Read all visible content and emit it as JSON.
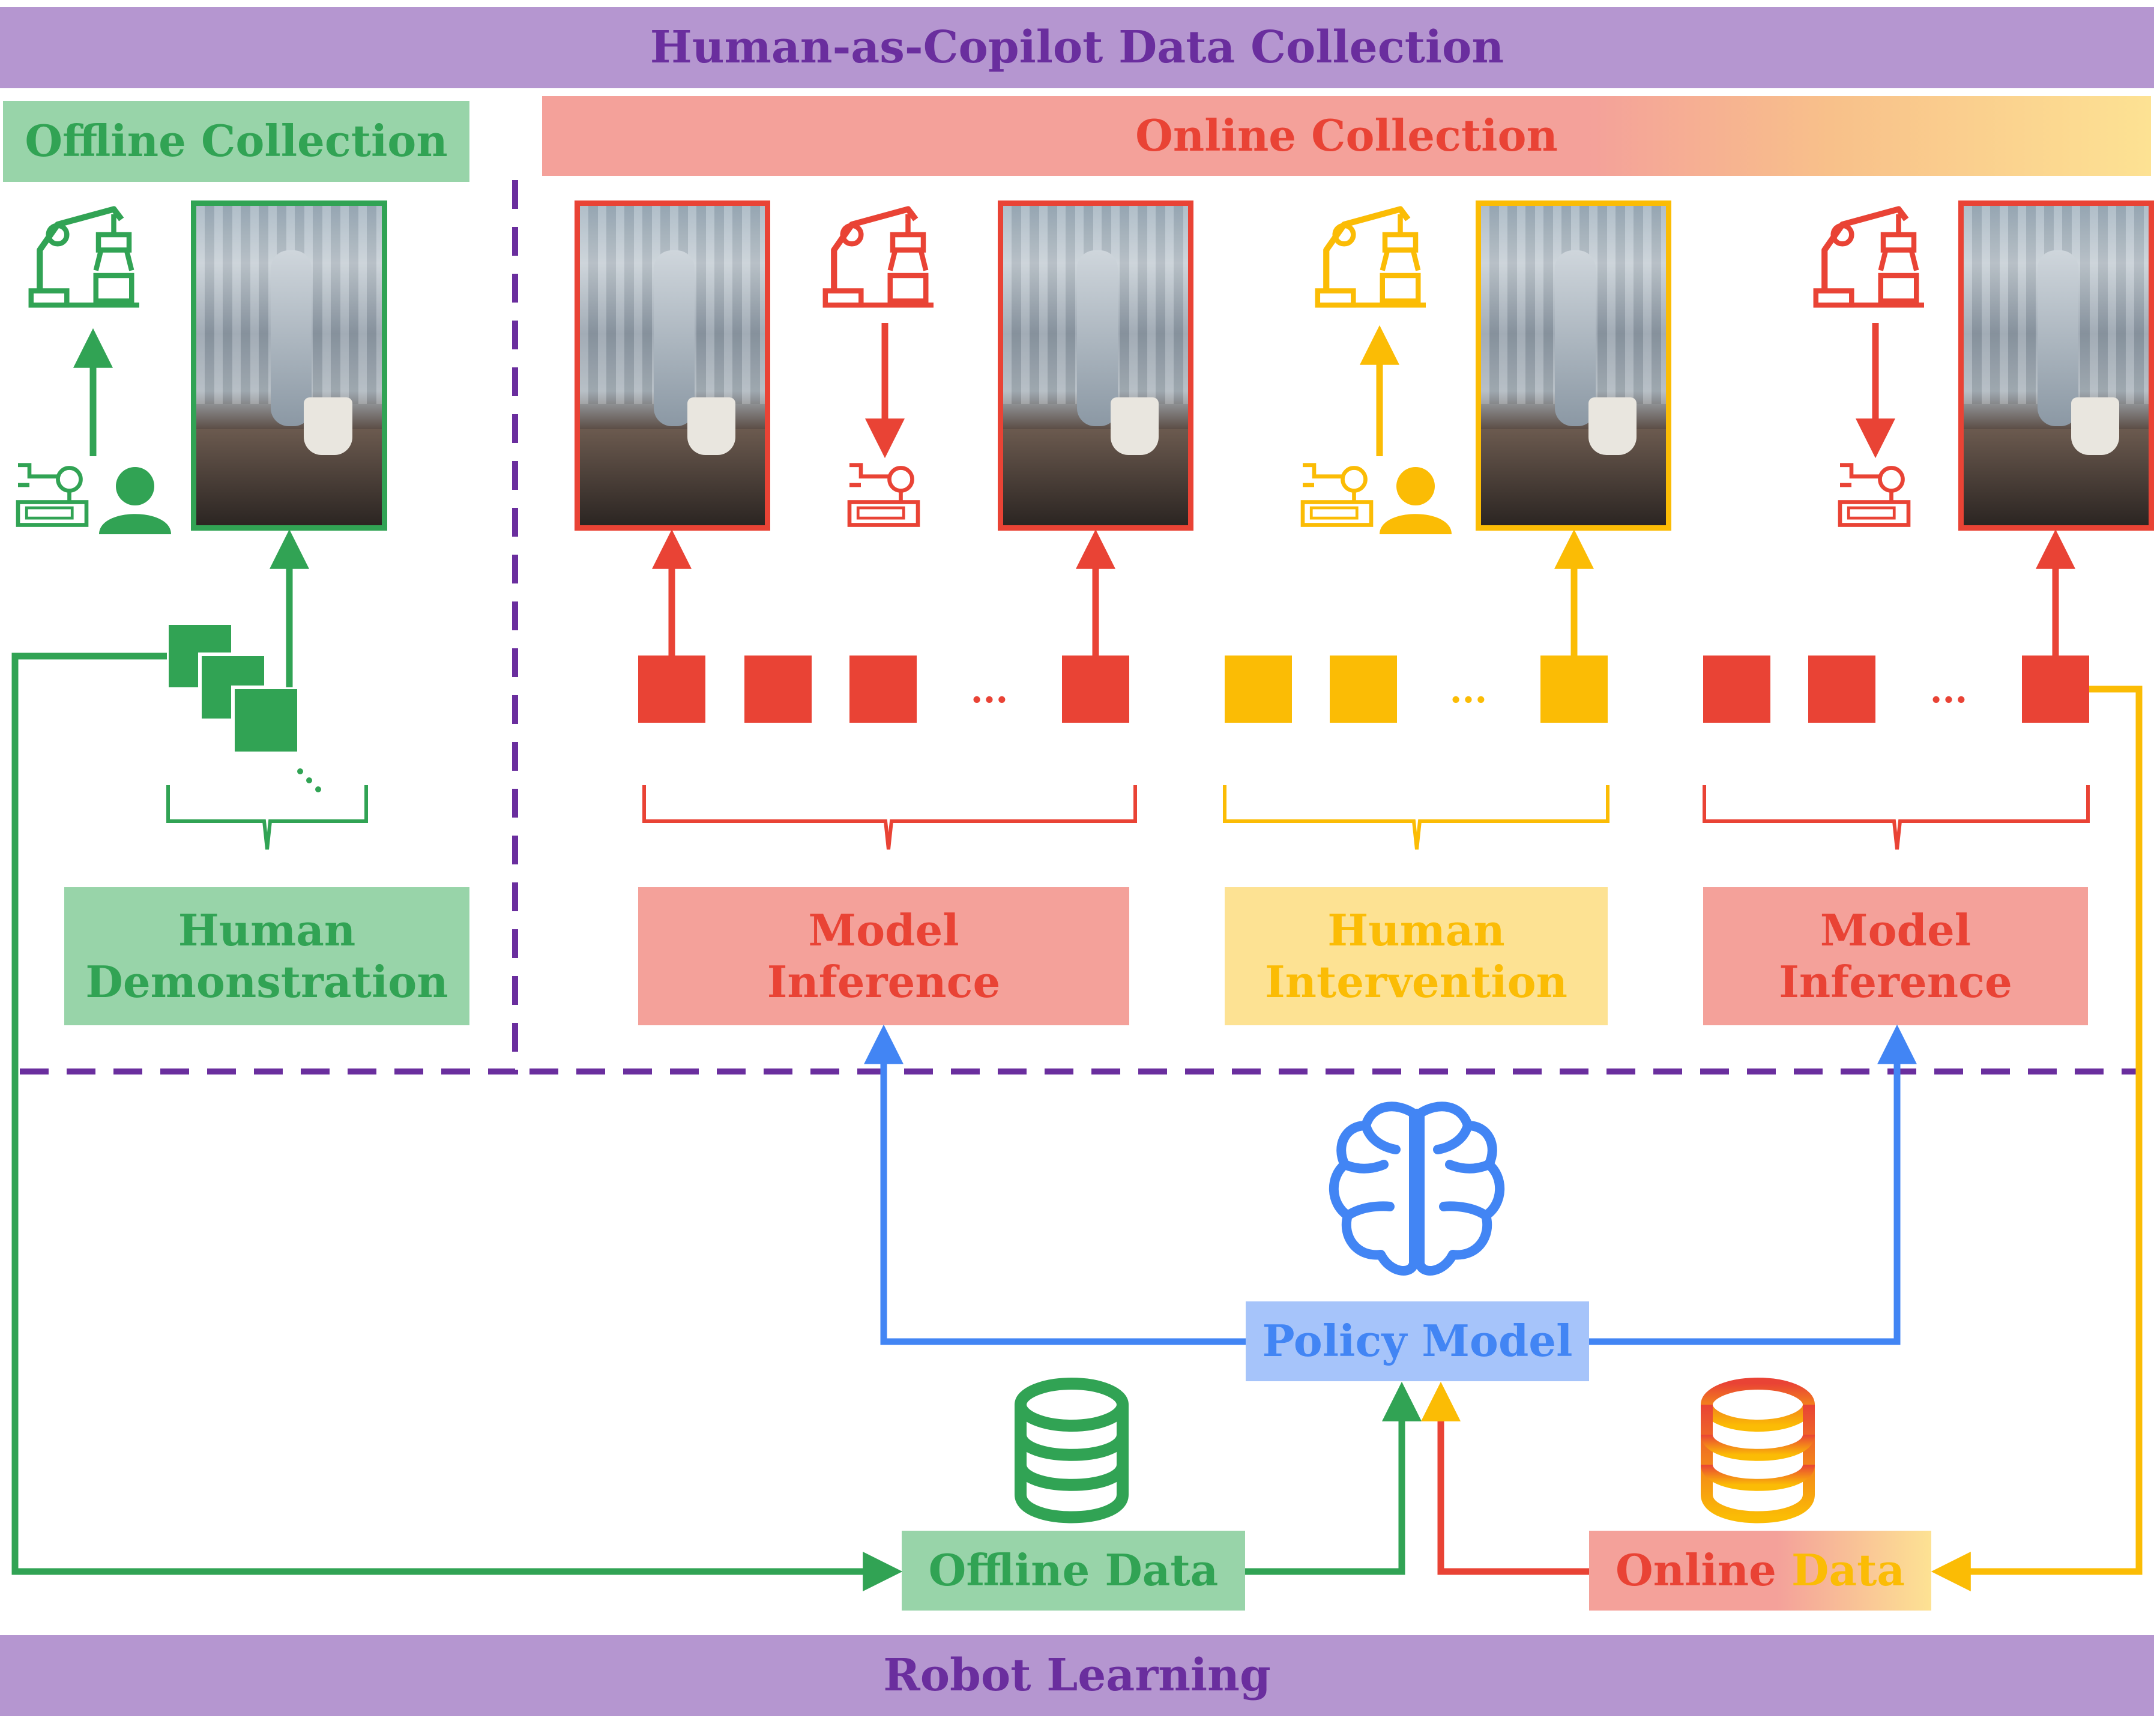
{
  "title": "Human-as-Copilot Data Collection",
  "footer": "Robot Learning",
  "offline": {
    "header": "Offline Collection",
    "stage_label": "Human Demonstration"
  },
  "online": {
    "header": "Online Collection",
    "stages": [
      {
        "label": "Model Inference"
      },
      {
        "label": "Human Intervention"
      },
      {
        "label": "Model Inference"
      }
    ]
  },
  "policy_label": "Policy Model",
  "offline_data_label": "Offline Data",
  "online_data_label_part1": "Online ",
  "online_data_label_part2": "Data",
  "ellipsis": "...",
  "colors": {
    "purple": "#6a2e9e",
    "purple_bg": "#b596d0",
    "green": "#31a354",
    "green_bg": "#98d4a9",
    "red": "#e94335",
    "red_bg": "#f4a19a",
    "yellow": "#fbbc05",
    "yellow_bg": "#fde293",
    "blue": "#4285f4",
    "blue_bg": "#a6c4fa"
  },
  "icons": [
    "robot-arm-icon",
    "person-icon",
    "remote-controller-icon",
    "brain-icon",
    "database-icon"
  ]
}
